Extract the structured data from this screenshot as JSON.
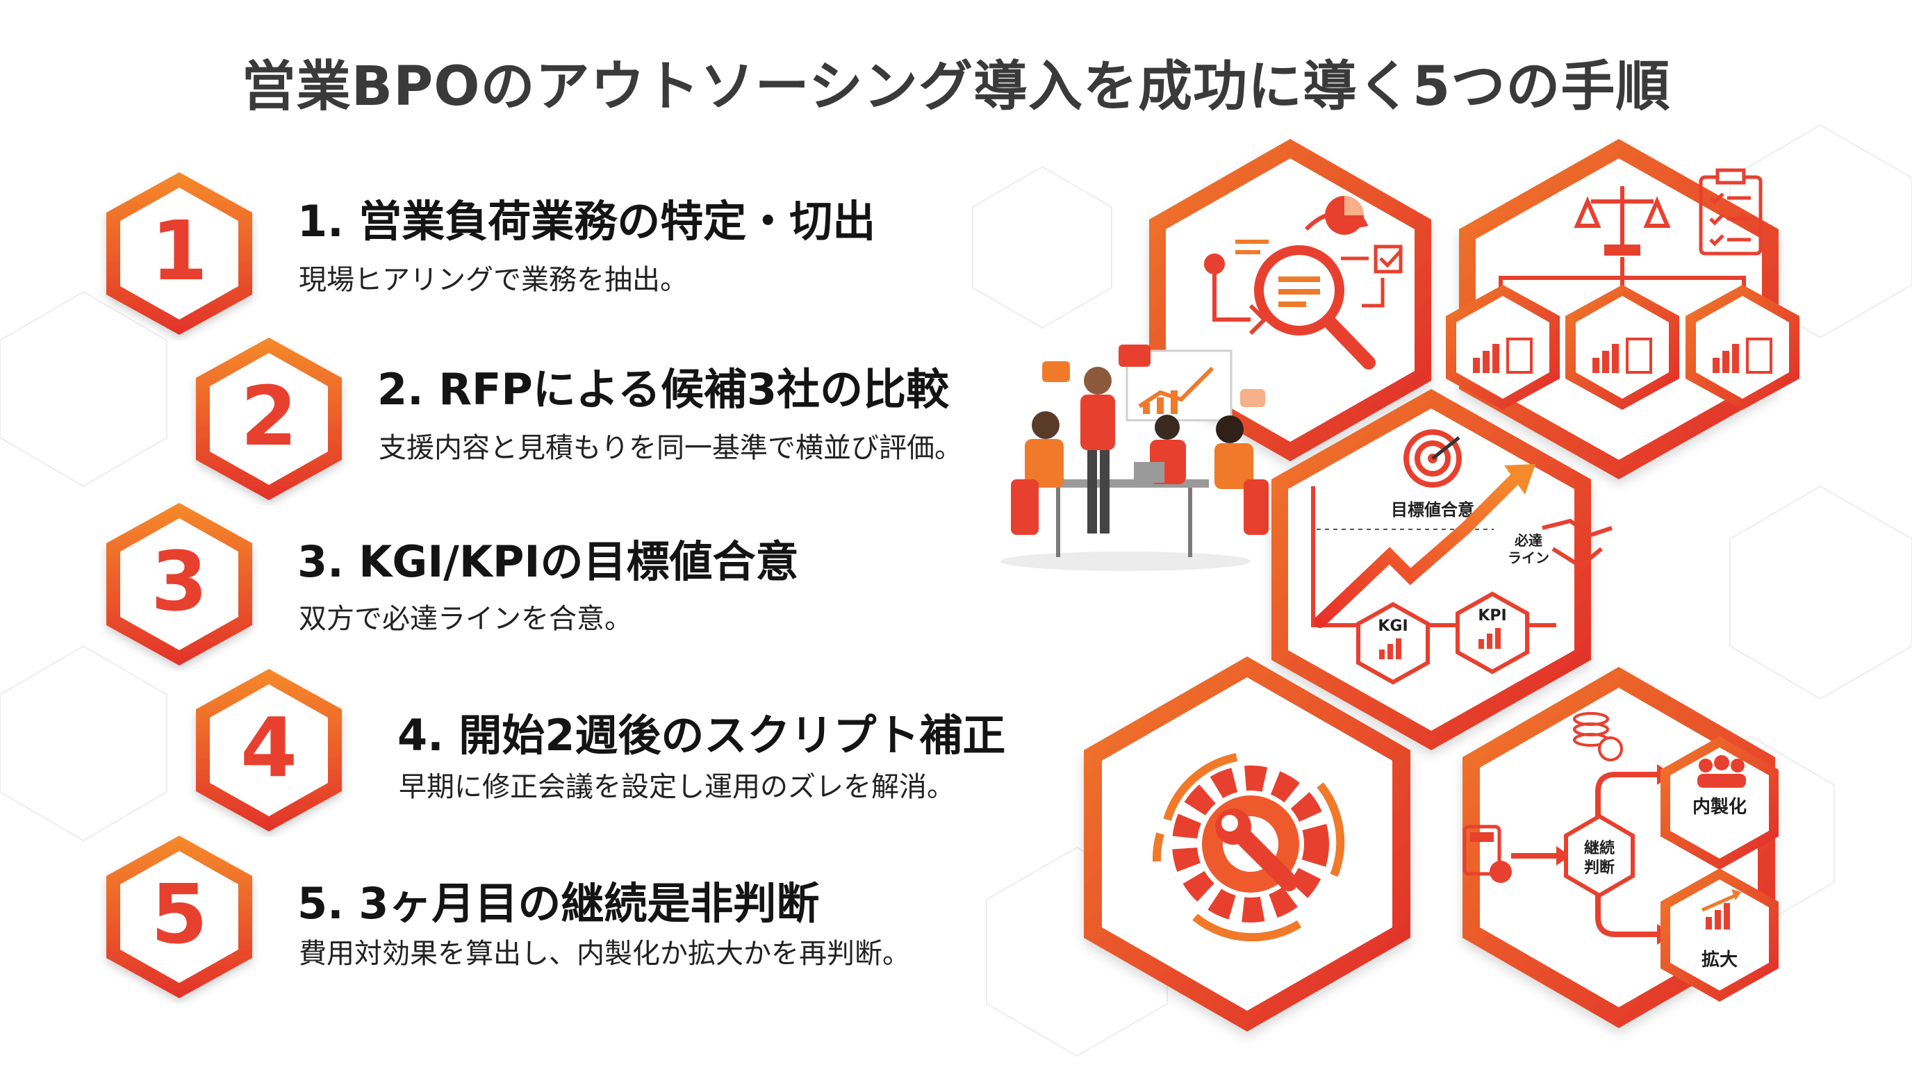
{
  "title": "営業BPOのアウトソーシング導入を成功に導く5つの手順",
  "steps": [
    {
      "number": "1",
      "heading": "1. 営業負荷業務の特定・切出",
      "description": "現場ヒアリングで業務を抽出。"
    },
    {
      "number": "2",
      "heading": "2. RFPによる候補3社の比較",
      "description": "支援内容と見積もりを同一基準で横並び評価。"
    },
    {
      "number": "3",
      "heading": "3. KGI/KPIの目標値合意",
      "description": "双方で必達ラインを合意。"
    },
    {
      "number": "4",
      "heading": "4. 開始2週後のスクリプト補正",
      "description": "早期に修正会議を設定し運用のズレを解消。"
    },
    {
      "number": "5",
      "heading": "5. 3ヶ月目の継続是非判断",
      "description": "費用対効果を算出し、内製化か拡大かを再判断。"
    }
  ],
  "illustrations": {
    "target_panel": {
      "target_label": "目標値合意",
      "line_label_1": "必達",
      "line_label_2": "ライン",
      "kgi": "KGI",
      "kpi": "KPI"
    },
    "decision_panel": {
      "decision_label_1": "継続",
      "decision_label_2": "判断",
      "option_insource": "内製化",
      "option_expand": "拡大"
    }
  },
  "colors": {
    "accent": "#e8402f",
    "accent_orange": "#f07a2a",
    "title_gray": "#3a3a3a"
  }
}
